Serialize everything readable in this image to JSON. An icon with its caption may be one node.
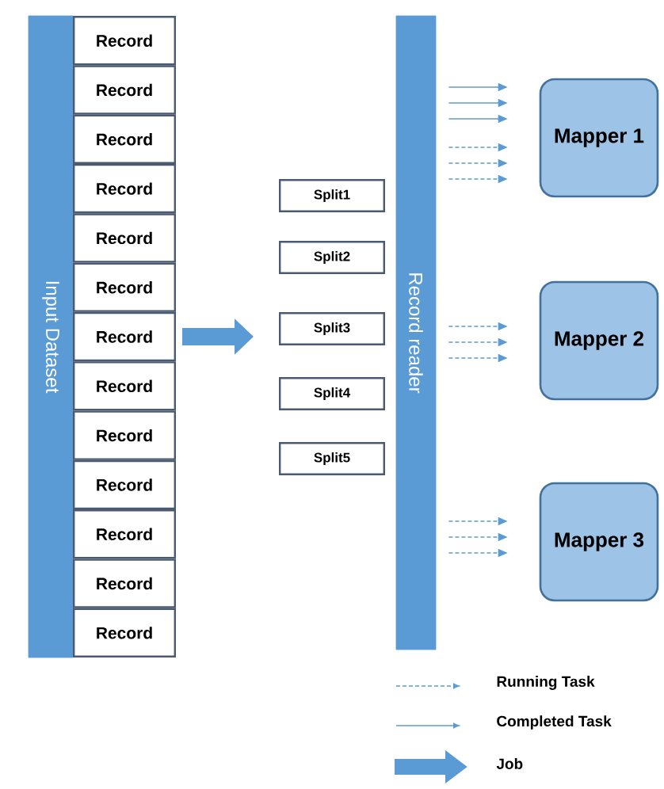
{
  "diagram": {
    "nodes": [
      {
        "text": [
          "Input Dataset"
        ]
      },
      {
        "text": [
          "Record"
        ]
      },
      {
        "text": [
          "Record"
        ]
      },
      {
        "text": [
          "Record"
        ]
      },
      {
        "text": [
          "Record"
        ]
      },
      {
        "text": [
          "Record"
        ]
      },
      {
        "text": [
          "Record"
        ]
      },
      {
        "text": [
          "Record"
        ]
      },
      {
        "text": [
          "Record"
        ]
      },
      {
        "text": [
          "Record"
        ]
      },
      {
        "text": [
          "Record"
        ]
      },
      {
        "text": [
          "Record"
        ]
      },
      {
        "text": [
          "Record"
        ]
      },
      {
        "text": [
          "Record"
        ]
      },
      {
        "text": [
          "Split1"
        ]
      },
      {
        "text": [
          "Split2"
        ]
      },
      {
        "text": [
          "Split3"
        ]
      },
      {
        "text": [
          "Split4"
        ]
      },
      {
        "text": [
          "Split5"
        ]
      },
      {
        "text": [
          "Record reader"
        ]
      },
      {
        "text": [
          "Mapper 1"
        ]
      },
      {
        "text": [
          "Mapper 2"
        ]
      },
      {
        "text": [
          "Mapper 3"
        ]
      }
    ],
    "edges": [
      {
        "from": 7,
        "to": 16,
        "arrow": "to",
        "style": "thick"
      },
      {
        "from": 19,
        "to": 20,
        "arrow": "to"
      },
      {
        "from": 19,
        "to": 20,
        "arrow": "to"
      },
      {
        "from": 19,
        "to": 20,
        "arrow": "to"
      },
      {
        "from": 19,
        "to": 20,
        "arrow": "to",
        "style": "dashed"
      },
      {
        "from": 19,
        "to": 20,
        "arrow": "to",
        "style": "dashed"
      },
      {
        "from": 19,
        "to": 20,
        "arrow": "to",
        "style": "dashed"
      },
      {
        "from": 19,
        "to": 21,
        "arrow": "to",
        "style": "dashed"
      },
      {
        "from": 19,
        "to": 21,
        "arrow": "to",
        "style": "dashed"
      },
      {
        "from": 19,
        "to": 21,
        "arrow": "to",
        "style": "dashed"
      },
      {
        "from": 19,
        "to": 22,
        "arrow": "to",
        "style": "dashed"
      },
      {
        "from": 19,
        "to": 22,
        "arrow": "to",
        "style": "dashed"
      },
      {
        "from": 19,
        "to": 22,
        "arrow": "to",
        "style": "dashed"
      }
    ],
    "legend": [
      {
        "text": "Running Task"
      },
      {
        "text": "Completed Task"
      },
      {
        "text": "Job"
      }
    ]
  }
}
